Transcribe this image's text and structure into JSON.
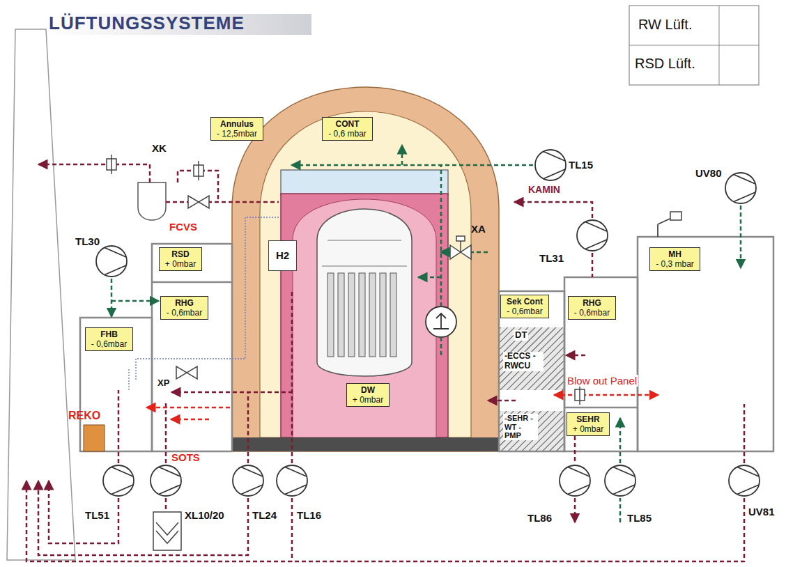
{
  "diagram": {
    "title": "LÜFTUNGSSYSTEME",
    "nodes": [
      {
        "text": [
          "Annulus",
          "- 12,5mbar"
        ]
      },
      {
        "text": [
          "CONT",
          "- 0,6 mbar"
        ]
      },
      {
        "text": [
          "RSD",
          "+ 0mbar"
        ]
      },
      {
        "text": [
          "H2"
        ]
      },
      {
        "text": [
          "RHG",
          "- 0,6mbar"
        ]
      },
      {
        "text": [
          "FHB",
          "- 0,6mbar"
        ]
      },
      {
        "text": [
          "Sek Cont",
          "- 0,6mbar"
        ]
      },
      {
        "text": [
          "RHG",
          "- 0,6mbar"
        ]
      },
      {
        "text": [
          "MH",
          "- 0,3 mbar"
        ]
      },
      {
        "text": [
          "DW",
          "+ 0mbar"
        ]
      },
      {
        "text": [
          "SEHR",
          "+ 0mbar"
        ]
      }
    ],
    "labels": [
      "RW Lüft.",
      "RSD Lüft.",
      "XK",
      "FCVS",
      "TL15",
      "KAMIN",
      "UV80",
      "TL30",
      "XA",
      "TL31",
      "DT",
      "-ECCS -RWCU",
      "Blow out Panel",
      "XP",
      "REKO",
      "-SEHR -WT -PMP",
      "SOTS",
      "TL51",
      "XL10/20",
      "TL24",
      "TL16",
      "TL86",
      "TL85",
      "UV81"
    ]
  }
}
